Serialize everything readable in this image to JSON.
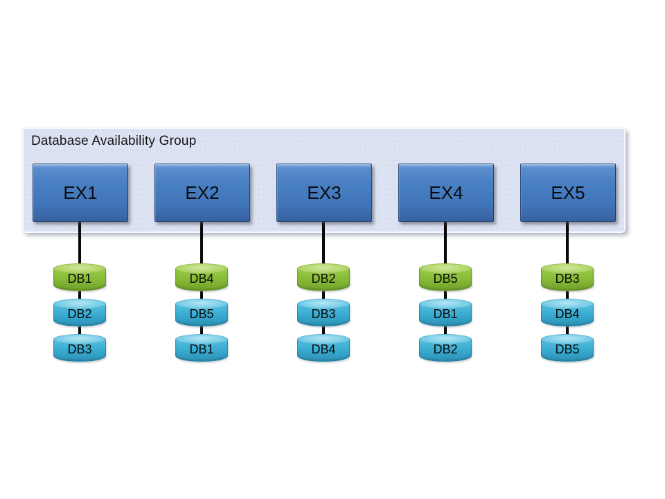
{
  "diagram": {
    "title": "Database Availability Group",
    "servers": [
      {
        "label": "EX1",
        "databases": [
          {
            "label": "DB1",
            "role": "active"
          },
          {
            "label": "DB2",
            "role": "copy"
          },
          {
            "label": "DB3",
            "role": "copy"
          }
        ]
      },
      {
        "label": "EX2",
        "databases": [
          {
            "label": "DB4",
            "role": "active"
          },
          {
            "label": "DB5",
            "role": "copy"
          },
          {
            "label": "DB1",
            "role": "copy"
          }
        ]
      },
      {
        "label": "EX3",
        "databases": [
          {
            "label": "DB2",
            "role": "active"
          },
          {
            "label": "DB3",
            "role": "copy"
          },
          {
            "label": "DB4",
            "role": "copy"
          }
        ]
      },
      {
        "label": "EX4",
        "databases": [
          {
            "label": "DB5",
            "role": "active"
          },
          {
            "label": "DB1",
            "role": "copy"
          },
          {
            "label": "DB2",
            "role": "copy"
          }
        ]
      },
      {
        "label": "EX5",
        "databases": [
          {
            "label": "DB3",
            "role": "active"
          },
          {
            "label": "DB4",
            "role": "copy"
          },
          {
            "label": "DB5",
            "role": "copy"
          }
        ]
      }
    ],
    "colors": {
      "container_fill": "#dbe2f1",
      "server_box_blue": "#4a80c4",
      "active_database_green": "#8fc43c",
      "copy_database_blue": "#3aadd2",
      "connector_line": "#0a0a0a"
    }
  }
}
